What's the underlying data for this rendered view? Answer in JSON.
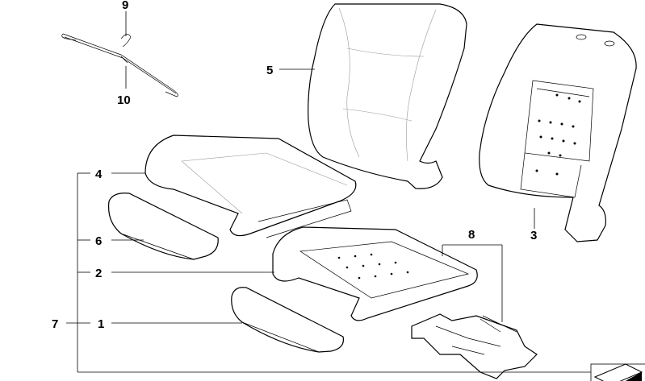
{
  "diagram": {
    "callouts": [
      {
        "id": "9",
        "text": "9"
      },
      {
        "id": "10",
        "text": "10"
      },
      {
        "id": "5",
        "text": "5"
      },
      {
        "id": "3",
        "text": "3"
      },
      {
        "id": "4",
        "text": "4"
      },
      {
        "id": "6",
        "text": "6"
      },
      {
        "id": "2",
        "text": "2"
      },
      {
        "id": "8",
        "text": "8"
      },
      {
        "id": "1",
        "text": "1"
      },
      {
        "id": "7",
        "text": "7"
      }
    ],
    "corner_icon": "diagram-corner-icon"
  }
}
